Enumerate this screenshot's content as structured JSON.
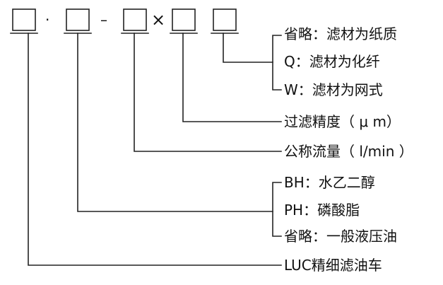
{
  "symbols": {
    "dot": "·",
    "dash": "–",
    "times": "×"
  },
  "labels": {
    "media_none": "省略：滤材为纸质",
    "media_q": "Q：滤材为化纤",
    "media_w": "W：滤材为网式",
    "precision": "过滤精度（ μ m）",
    "flow": "公称流量（ l/min ）",
    "oil_bh": "BH：水乙二醇",
    "oil_ph": "PH：磷酸脂",
    "oil_none": "省略：一般液压油",
    "product": "LUC精细滤油车"
  },
  "colors": {
    "line": "#222222",
    "text": "#111111"
  }
}
